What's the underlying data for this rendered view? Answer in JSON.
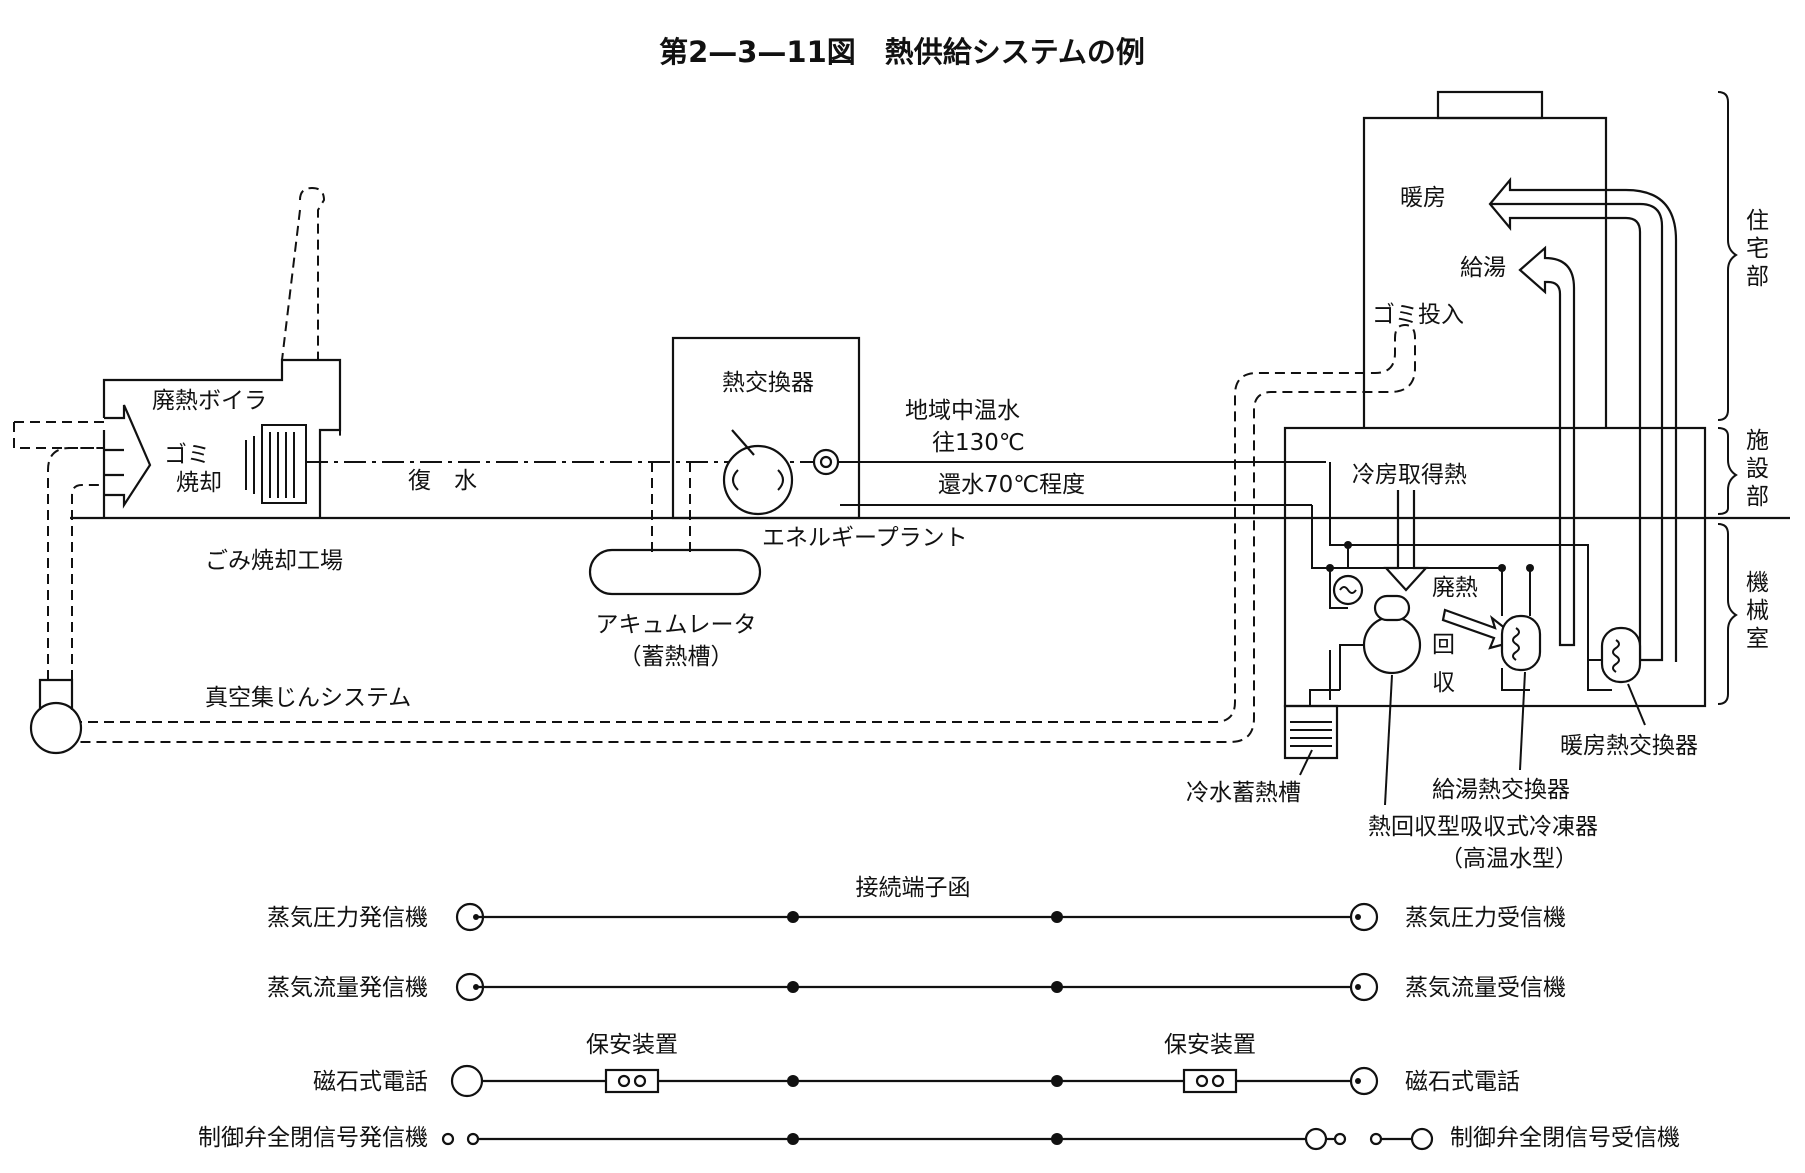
{
  "title": "第2—3—11図　熱供給システムの例",
  "plant": {
    "waste_heat_boiler": "廃熱ボイラ",
    "garbage_incineration_1": "ゴミ",
    "garbage_incineration_2": "焼却",
    "incineration_factory": "ごみ焼却工場",
    "condensate": "復　水",
    "heat_exchanger": "熱交換器",
    "energy_plant": "エネルギープラント",
    "accumulator": "アキュムレータ",
    "accumulator_sub": "（蓄熱槽）",
    "vacuum_collection": "真空集じんシステム",
    "district_water": "地域中温水",
    "supply_temp": "往130℃",
    "return_temp": "還水70℃程度",
    "garbage_input": "ゴミ投入",
    "heating": "暖房",
    "hot_water_supply": "給湯",
    "cooling_heat": "冷房取得熱",
    "waste_heat": "廃熱",
    "recovery_1": "回",
    "recovery_2": "収",
    "heating_hx": "暖房熱交換器",
    "hot_water_hx": "給湯熱交換器",
    "chiller": "熱回収型吸収式冷凍器",
    "chiller_sub": "（高温水型）",
    "cold_storage": "冷水蓄熱槽",
    "zone_residential": [
      "住",
      "宅",
      "部"
    ],
    "zone_facility": [
      "施",
      "設",
      "部"
    ],
    "zone_machine": [
      "機",
      "械",
      "室"
    ]
  },
  "signals": {
    "terminal_box": "接続端子函",
    "security_device": "保安装置",
    "rows": [
      {
        "left": "蒸気圧力発信機",
        "right": "蒸気圧力受信機"
      },
      {
        "left": "蒸気流量発信機",
        "right": "蒸気流量受信機"
      },
      {
        "left": "磁石式電話",
        "right": "磁石式電話"
      },
      {
        "left": "制御弁全閉信号発信機",
        "right": "制御弁全閉信号受信機"
      }
    ]
  }
}
